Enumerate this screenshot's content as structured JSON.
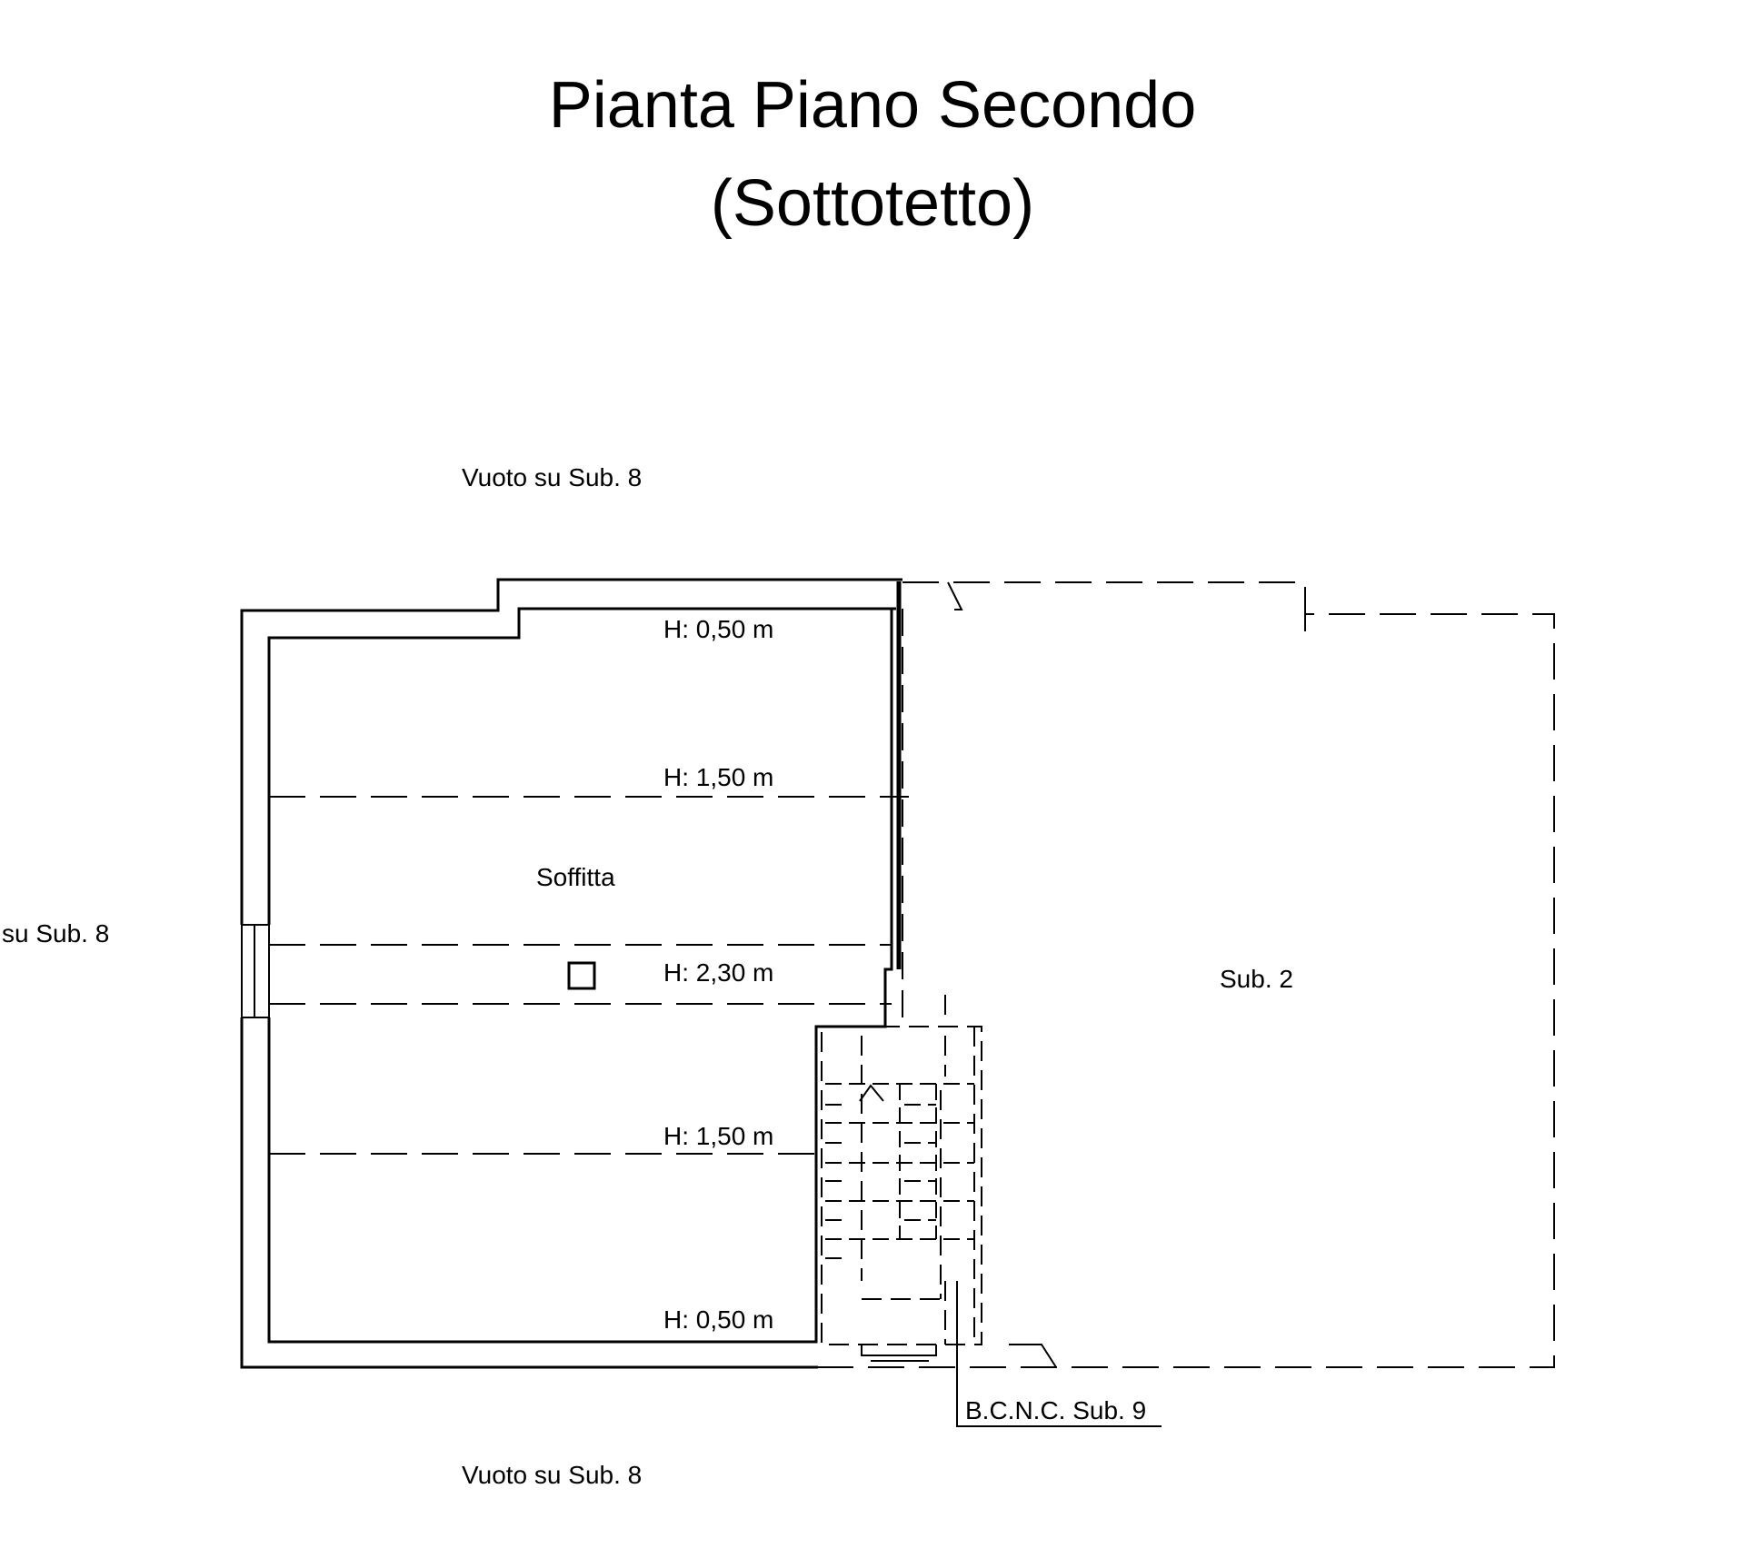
{
  "title": {
    "line1": "Pianta Piano Secondo",
    "line2": "(Sottotetto)"
  },
  "labels": {
    "vuoto_top": "Vuoto su Sub. 8",
    "vuoto_left": "su Sub. 8",
    "vuoto_bottom": "Vuoto su Sub. 8",
    "room_name": "Soffitta",
    "adjacent_unit": "Sub. 2",
    "bcnc": "B.C.N.C. Sub. 9"
  },
  "heights": {
    "h1": "H: 0,50 m",
    "h2": "H: 1,50 m",
    "h3": "H: 2,30 m",
    "h4": "H: 1,50 m",
    "h5": "H: 0,50 m"
  },
  "colors": {
    "line": "#000000",
    "background": "#ffffff"
  }
}
